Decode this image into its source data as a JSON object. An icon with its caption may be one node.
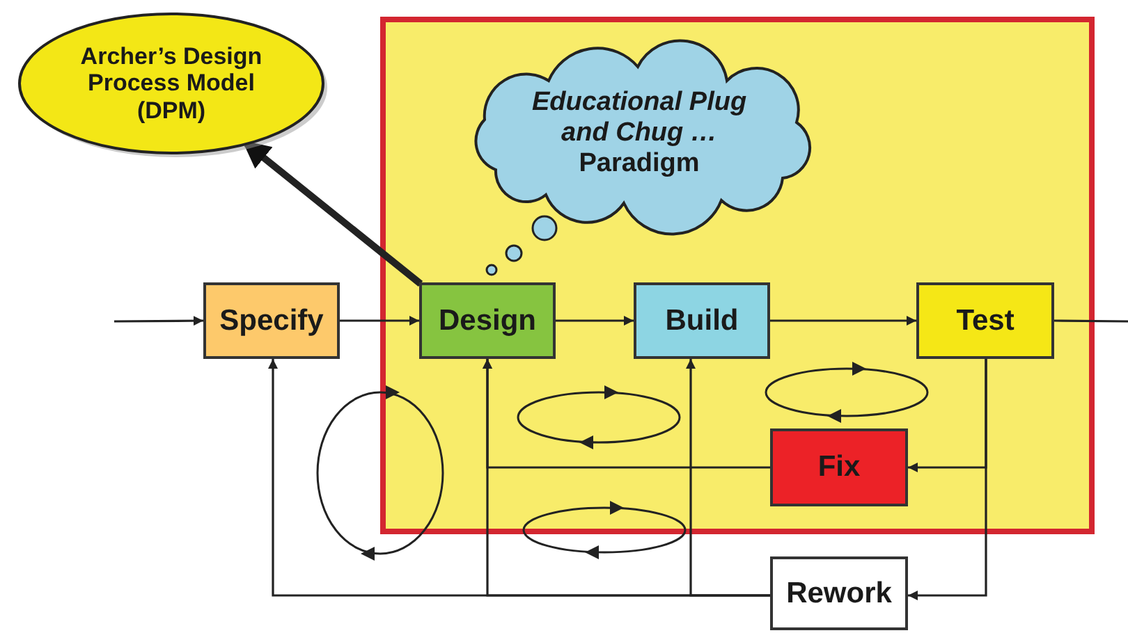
{
  "diagram": {
    "nodes": [
      {
        "text": [
          "Archer’s Design Process Model (DPM)"
        ]
      },
      {
        "text": [],
        "shape": "box"
      },
      {
        "text": [
          "*Educational Plug and Chug …* Paradigm"
        ],
        "in": 1
      },
      {
        "text": [
          "Specify"
        ]
      },
      {
        "text": [
          "Design"
        ],
        "in": 1
      },
      {
        "text": [
          "Build"
        ],
        "in": 1
      },
      {
        "text": [
          "Test"
        ],
        "in": 1
      },
      {
        "text": [
          "Fix"
        ],
        "in": 1
      },
      {
        "text": [
          "Rework"
        ]
      }
    ],
    "edges": [
      {
        "from": null,
        "to": 3,
        "arrow": "to"
      },
      {
        "from": 3,
        "to": 4,
        "arrow": "to"
      },
      {
        "from": 4,
        "to": 5,
        "arrow": "to"
      },
      {
        "from": 5,
        "to": 6,
        "arrow": "to"
      },
      {
        "from": 6,
        "to": null,
        "arrow": "none"
      },
      {
        "from": 4,
        "to": 0,
        "arrow": "to",
        "style": "thick"
      },
      {
        "from": 6,
        "to": 7,
        "arrow": "to"
      },
      {
        "from": 6,
        "to": 8,
        "arrow": "to"
      },
      {
        "from": 7,
        "to": 4,
        "arrow": "to"
      },
      {
        "from": 8,
        "to": 3,
        "arrow": "to"
      },
      {
        "from": 8,
        "to": 4,
        "arrow": "to"
      },
      {
        "from": 8,
        "to": 5,
        "arrow": "to"
      }
    ]
  }
}
